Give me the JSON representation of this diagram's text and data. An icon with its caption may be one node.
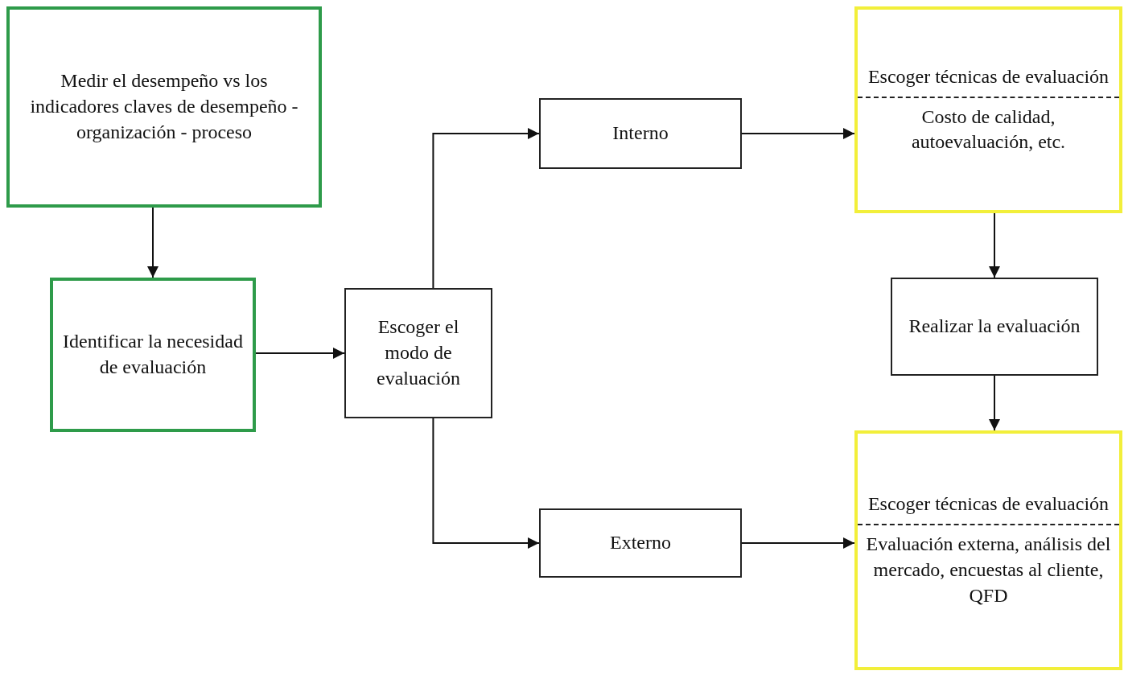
{
  "diagram": {
    "nodes": [
      {
        "text": [
          "Medir el desempeño vs los indicadores claves de desempeño - organización - proceso"
        ]
      },
      {
        "text": [
          "Identificar la necesidad de evaluación"
        ]
      },
      {
        "text": [
          "Escoger el modo de evaluación"
        ]
      },
      {
        "text": [
          "Interno"
        ]
      },
      {
        "text": [
          "Externo"
        ]
      },
      {
        "text": [
          "Escoger técnicas de evaluación",
          "Costo de calidad, autoevaluación, etc."
        ]
      },
      {
        "text": [
          "Realizar la evaluación"
        ]
      },
      {
        "text": [
          "Escoger técnicas de evaluación",
          "Evaluación externa, análisis del mercado, encuestas al cliente, QFD"
        ]
      }
    ],
    "edges": [
      {
        "from": 0,
        "to": 1,
        "arrow": "to"
      },
      {
        "from": 1,
        "to": 2,
        "arrow": "to"
      },
      {
        "from": 2,
        "to": 3,
        "arrow": "to"
      },
      {
        "from": 2,
        "to": 4,
        "arrow": "to"
      },
      {
        "from": 3,
        "to": 5,
        "arrow": "to"
      },
      {
        "from": 5,
        "to": 6,
        "arrow": "to"
      },
      {
        "from": 6,
        "to": 7,
        "arrow": "to"
      },
      {
        "from": 4,
        "to": 7,
        "arrow": "to"
      }
    ]
  }
}
